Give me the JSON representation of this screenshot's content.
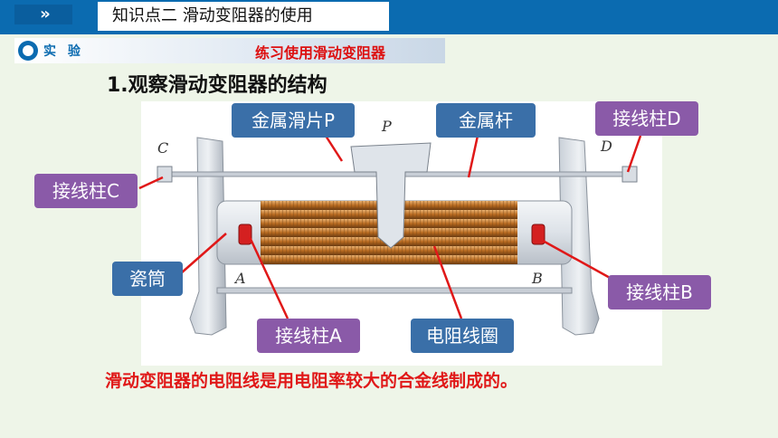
{
  "header": {
    "chevrons": "»",
    "title": "知识点二  滑动变阻器的使用"
  },
  "experiment_bar": {
    "label": "实 验",
    "title": "练习使用滑动变阻器"
  },
  "section_heading": "1.观察滑动变阻器的结构",
  "figure": {
    "letters": {
      "P": "P",
      "C": "C",
      "D": "D",
      "A": "A",
      "B": "B"
    },
    "callouts": {
      "slider": "金属滑片P",
      "rod": "金属杆",
      "terminal_d": "接线柱D",
      "terminal_c": "接线柱C",
      "tube": "瓷筒",
      "terminal_b": "接线柱B",
      "terminal_a": "接线柱A",
      "coil": "电阻线圈"
    }
  },
  "conclusion": "滑动变阻器的电阻线是用电阻率较大的合金线制成的。",
  "colors": {
    "accent_blue": "#0b6bb0",
    "callout_blue": "#3a6fa8",
    "callout_purple": "#8a5aa8",
    "highlight_red": "#e01818"
  }
}
